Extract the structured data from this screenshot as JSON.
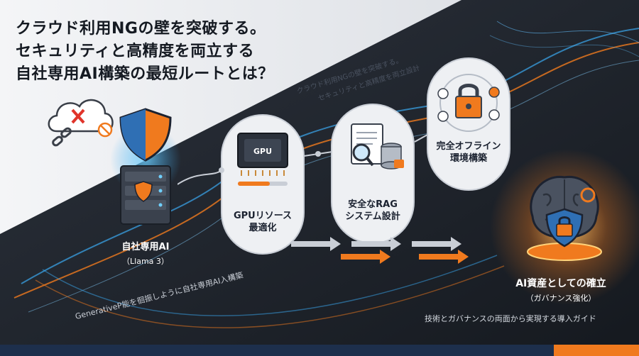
{
  "headline": {
    "line1": "クラウド利用NGの壁を突破する。",
    "line2": "セキュリティと高精度を両立する",
    "line3": "自社専用AI構築の最短ルートとは？"
  },
  "tagline_diagonal": {
    "line1": "クラウド利用NGの壁を突破する。",
    "line2": "セキュリティと高精度を両立設計"
  },
  "steps": {
    "server": {
      "title": "自社専用AI",
      "subtitle": "（Llama 3）",
      "icon": "shield-server-icon"
    },
    "gpu": {
      "title_1": "GPUリソース",
      "title_2": "最適化",
      "icon": "gpu-chip-icon",
      "chip_label": "GPU"
    },
    "rag": {
      "title_1": "安全なRAG",
      "title_2": "システム設計",
      "icon": "secure-document-database-icon"
    },
    "offline": {
      "title_1": "完全オフライン",
      "title_2": "環境構築",
      "icon": "offline-lock-icon"
    },
    "goal": {
      "title": "AI資産としての確立",
      "subtitle": "（ガバナンス強化）",
      "icon": "brain-shield-icon"
    }
  },
  "cloud_blocked_icon": "cloud-blocked-icon",
  "bottom_diagonal_text": "GenerativeP能を徊振しように自社専用AI入構築",
  "footer_caption": "技術とガバナンスの両面から実現する導入ガイド",
  "colors": {
    "accent": "#f07a1e",
    "glow": "#3aa8f0",
    "dark": "#1f242c",
    "light": "#eef0f3"
  }
}
